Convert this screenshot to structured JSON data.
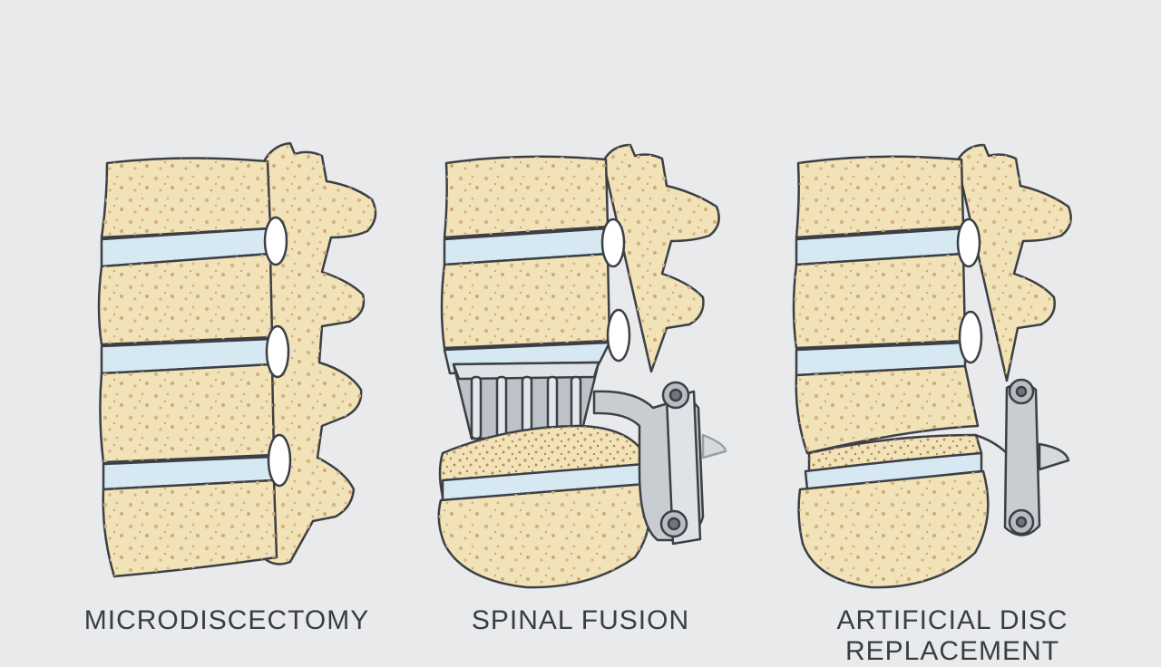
{
  "panels": [
    {
      "caption": "MICRODISCECTOMY"
    },
    {
      "caption": "SPINAL FUSION"
    },
    {
      "caption": "ARTIFICIAL DISC",
      "caption_line2": "REPLACEMENT"
    }
  ],
  "colors": {
    "background": "#e9eaec",
    "bone": "#f1e2b8",
    "bone_speckle": "#d9b98a",
    "disc": "#d6e8f2",
    "outline": "#3c3f44",
    "implant_metal": "#c8cdd2"
  }
}
